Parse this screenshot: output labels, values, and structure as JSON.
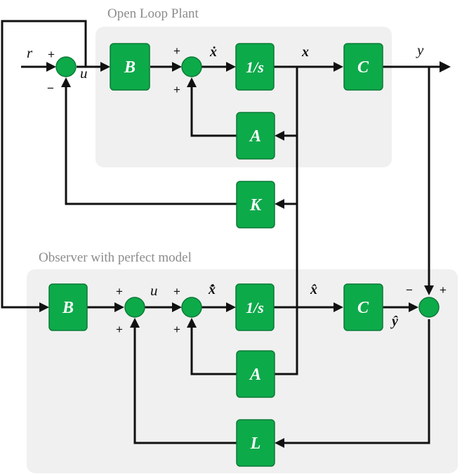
{
  "regions": {
    "plant_title": "Open Loop Plant",
    "observer_title": "Observer with perfect model"
  },
  "blocks": {
    "plant_B": "B",
    "plant_integrator": "1/s",
    "plant_C": "C",
    "plant_A": "A",
    "gain_K": "K",
    "obs_B": "B",
    "obs_integrator": "1/s",
    "obs_C": "C",
    "obs_A": "A",
    "gain_L": "L"
  },
  "signals": {
    "r": "r",
    "u_plant": "u",
    "xdot": "ẋ",
    "x": "x",
    "y": "y",
    "u_obs": "u",
    "xhat_dot": "x̂̇",
    "xhat": "x̂",
    "yhat": "ŷ"
  },
  "signs": {
    "s1_ref": "+",
    "s1_fb": "−",
    "s2_top": "+",
    "s2_bottom": "+",
    "s3_top": "+",
    "s3_bottom": "+",
    "s4_top": "+",
    "s4_bottom": "+",
    "s5_left": "−",
    "s5_right": "+"
  }
}
